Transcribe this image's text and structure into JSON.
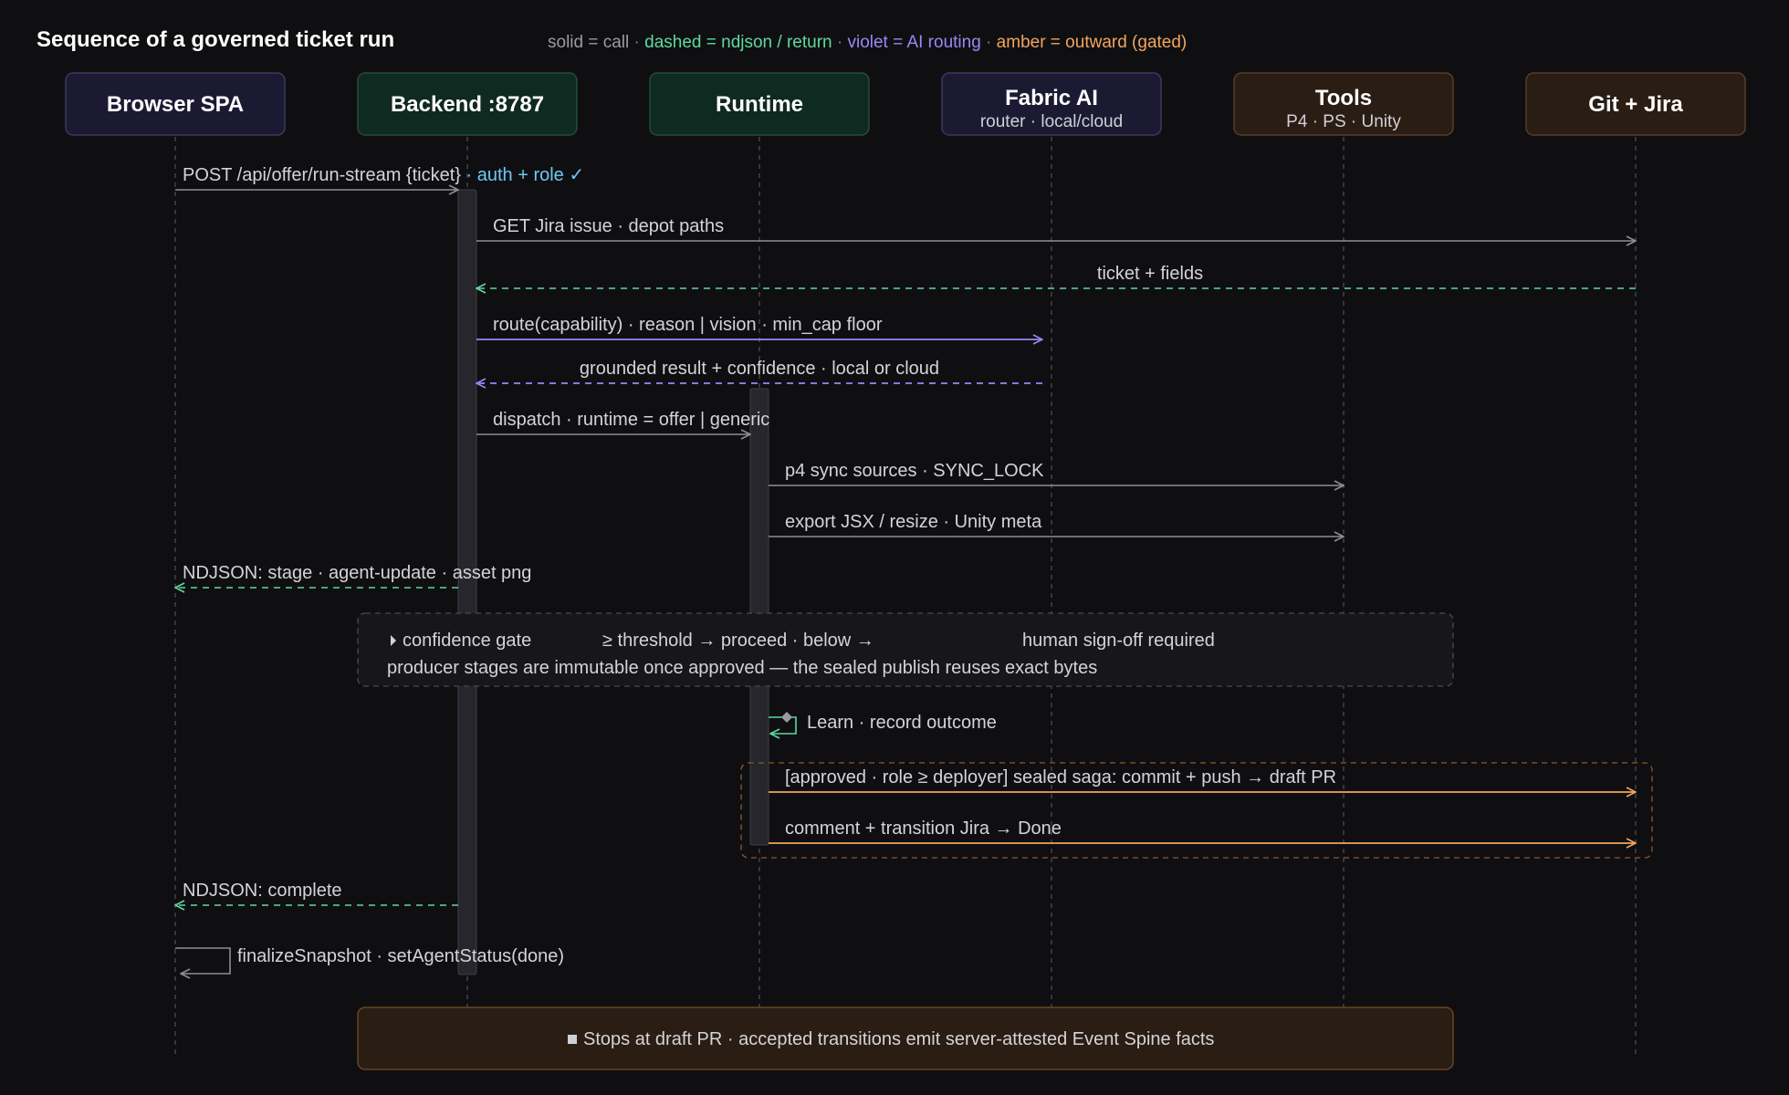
{
  "title": "Sequence of a governed ticket run",
  "legend": [
    {
      "text": "solid = call",
      "color": "#9a9aa2"
    },
    {
      "text": " · ",
      "color": "#7a7a82"
    },
    {
      "text": "dashed = ndjson / return",
      "color": "#5fd9a1"
    },
    {
      "text": " · ",
      "color": "#7a7a82"
    },
    {
      "text": "violet = AI routing",
      "color": "#9b87f5"
    },
    {
      "text": " · ",
      "color": "#7a7a82"
    },
    {
      "text": "amber = outward (gated)",
      "color": "#f2a55e"
    }
  ],
  "actors": [
    {
      "title": "Browser SPA",
      "sub": ""
    },
    {
      "title": "Backend :8787",
      "sub": ""
    },
    {
      "title": "Runtime",
      "sub": ""
    },
    {
      "title": "Fabric AI",
      "sub": "router · local/cloud"
    },
    {
      "title": "Tools",
      "sub": "P4 · PS · Unity"
    },
    {
      "title": "Git + Jira",
      "sub": ""
    }
  ],
  "messages": {
    "m1": {
      "text": "POST /api/offer/run-stream {ticket}",
      "extra": " · auth + role ✓"
    },
    "m2": "GET Jira issue · depot paths",
    "m3": "ticket + fields",
    "m4": "route(capability) · reason | vision · min_cap floor",
    "m5": "grounded result + confidence · local or cloud",
    "m6": "dispatch · runtime = offer | generic",
    "m7": "p4 sync sources · SYNC_LOCK",
    "m8": "export JSX / resize · Unity meta",
    "m9": "NDJSON: stage · agent-update · asset png",
    "m10": "Learn · record outcome",
    "m11": "[approved · role ≥ deployer] sealed saga: commit + push → draft PR",
    "m12": "comment + transition Jira → Done",
    "m13": "NDJSON: complete",
    "m14": "finalizeSnapshot · setAgentStatus(done)"
  },
  "gate_note": {
    "label": "confidence gate",
    "rule": "≥ threshold → proceed · below →",
    "outcome": "human sign-off required",
    "detail": "producer stages are immutable once approved — the sealed publish reuses exact bytes"
  },
  "footer": "Stops at draft PR · accepted transitions emit server-attested Event Spine facts",
  "colors": {
    "call": "#8e8e96",
    "ndjson": "#5fd9a1",
    "ai": "#9b87f5",
    "outward": "#f2a55e",
    "auth": "#6ec8f5"
  }
}
